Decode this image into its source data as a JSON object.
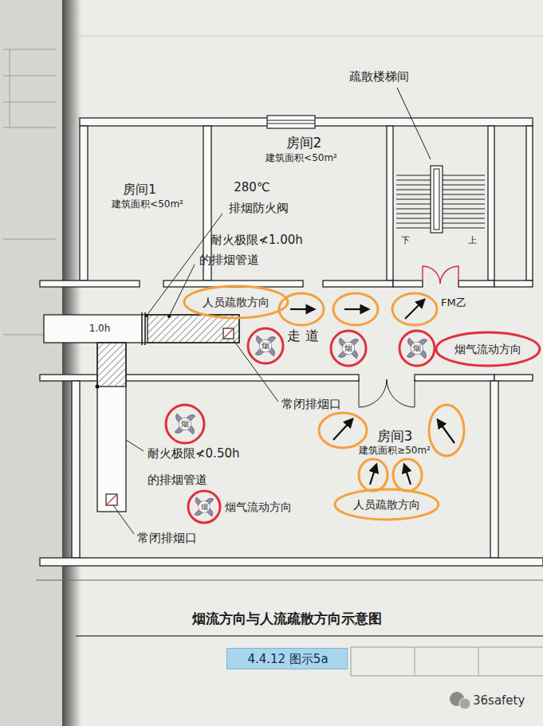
{
  "diagram": {
    "caption": "烟流方向与人流疏散方向示意图",
    "nodes": [
      {
        "text": [
          "疏散楼梯间"
        ]
      },
      {
        "text": [
          "房间1",
          "建筑面积<50m²"
        ]
      },
      {
        "text": [
          "房间2",
          "建筑面积<50m²"
        ]
      },
      {
        "text": [
          "走 道"
        ]
      },
      {
        "text": [
          "人员疏散方向"
        ],
        "in": 3
      },
      {
        "text": [
          "烟气流动方向"
        ],
        "in": 3
      },
      {
        "text": [
          "房间3",
          "建筑面积≥50m²"
        ]
      },
      {
        "text": [
          "人员疏散方向"
        ],
        "in": 6
      },
      {
        "text": [
          "4.4.12 图示5a"
        ]
      }
    ],
    "labels": [
      "280℃",
      "排烟防火阀",
      "耐火极限≮1.00h",
      "的排烟管道",
      "1.0h",
      "FM乙",
      "下",
      "上",
      "烟",
      "烟",
      "烟",
      "常闭排烟口",
      "烟",
      "耐火极限≮0.50h",
      "的排烟管道",
      "烟",
      "烟气流动方向",
      "常闭排烟口",
      "36safety"
    ]
  }
}
